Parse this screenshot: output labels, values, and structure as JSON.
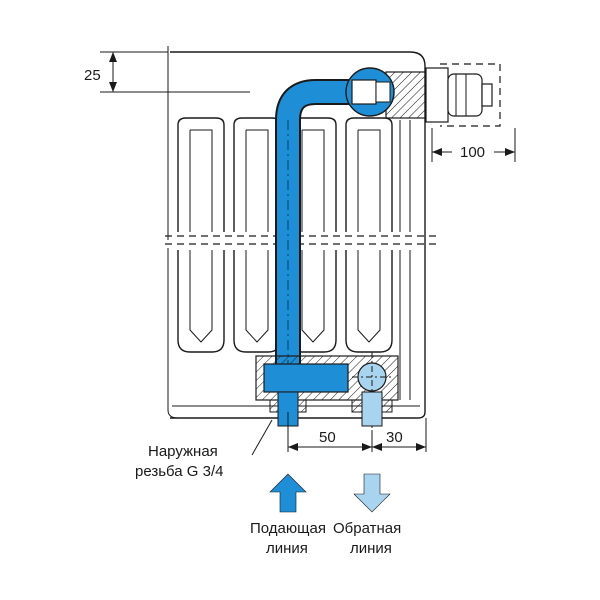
{
  "dimensions": {
    "top_offset": "25",
    "valve_depth": "100",
    "pipe_spacing": "50",
    "side_offset": "30"
  },
  "labels": {
    "thread_line1": "Наружная",
    "thread_line2": "резьба G 3/4",
    "supply_line1": "Подающая",
    "supply_line2": "линия",
    "return_line1": "Обратная",
    "return_line2": "линия"
  },
  "colors": {
    "supply_blue": "#1e8fd6",
    "return_blue": "#a9d4ef",
    "outline": "#1a1a1a"
  }
}
